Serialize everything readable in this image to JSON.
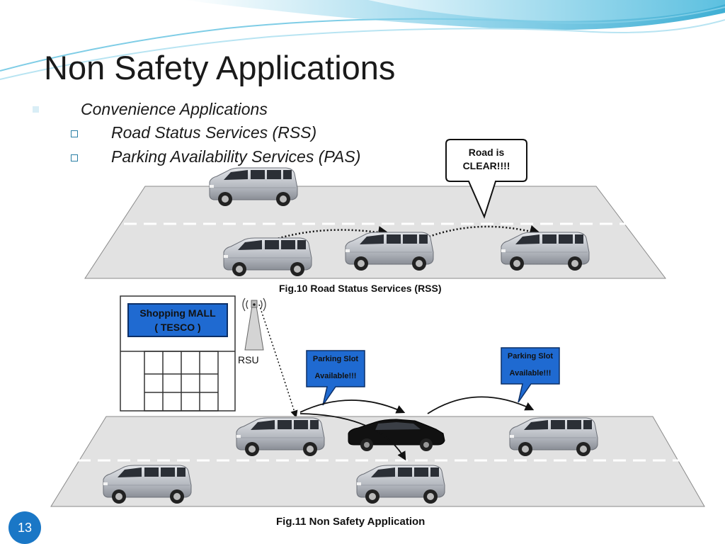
{
  "slide": {
    "title": "Non Safety Applications",
    "page_number": "13"
  },
  "bullets": {
    "level1": "Convenience Applications",
    "level2": [
      "Road Status Services (RSS)",
      "Parking Availability Services (PAS)"
    ]
  },
  "figure_rss": {
    "callout": [
      "Road is",
      "CLEAR!!!!"
    ],
    "caption": "Fig.10 Road Status Services (RSS)"
  },
  "figure_pas": {
    "mall_label": [
      "Shopping MALL",
      "( TESCO )"
    ],
    "rsu_label": "RSU",
    "parking_callout_left": [
      "Parking Slot",
      "Available!!!"
    ],
    "parking_callout_right": [
      "Parking Slot",
      "Available!!!"
    ],
    "caption": "Fig.11 Non Safety Application"
  },
  "colors": {
    "accent": "#1a77c6",
    "road": "#e2e2e2",
    "mall_label": "#1f6ad1",
    "parking_callout": "#1f6ad1"
  }
}
